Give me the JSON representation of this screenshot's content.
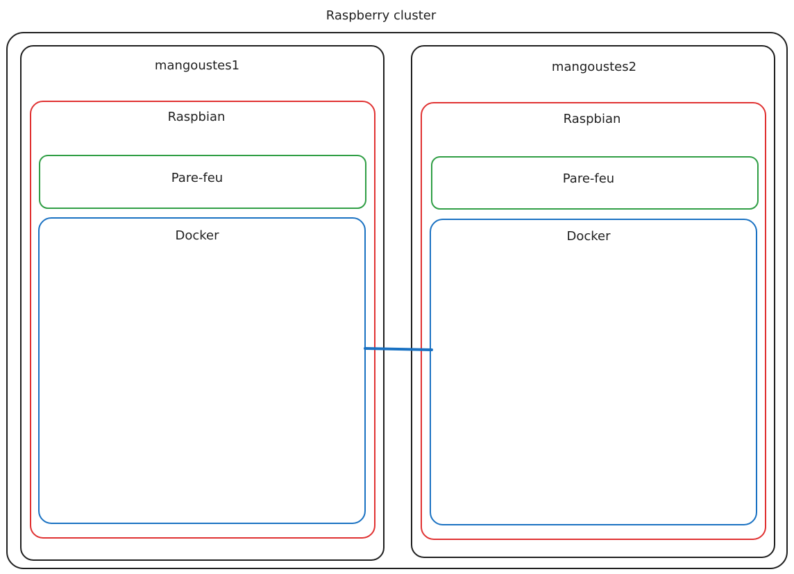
{
  "title": "Raspberry cluster",
  "nodes": [
    {
      "name": "mangoustes1",
      "os": "Raspbian",
      "firewall": "Pare-feu",
      "runtime": "Docker"
    },
    {
      "name": "mangoustes2",
      "os": "Raspbian",
      "firewall": "Pare-feu",
      "runtime": "Docker"
    }
  ],
  "colors": {
    "stroke": "#1e1e1e",
    "os": "#e03131",
    "firewall": "#2f9e44",
    "runtime": "#1971c2",
    "link": "#1971c2"
  }
}
